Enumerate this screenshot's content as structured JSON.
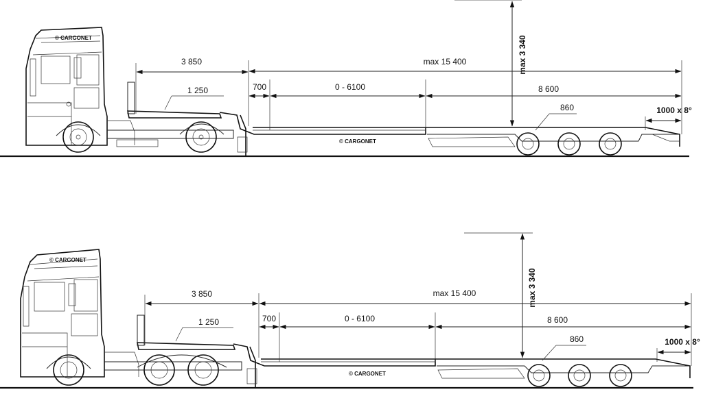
{
  "brand": "© CARGONET",
  "cab_brand": "© CARGONET",
  "views": [
    {
      "dims": {
        "kingpin_to_front": "3 850",
        "deck_height": "1 250",
        "total_length": "max 15 400",
        "gooseneck": "700",
        "extension": "0 - 6100",
        "rear_section": "8 600",
        "rear_deck": "860",
        "ramp": "1000 x 8°",
        "max_height": "max 3 340"
      }
    },
    {
      "dims": {
        "kingpin_to_front": "3 850",
        "deck_height": "1 250",
        "total_length": "max 15 400",
        "gooseneck": "700",
        "extension": "0 - 6100",
        "rear_section": "8 600",
        "rear_deck": "860",
        "ramp": "1000 x 8°",
        "max_height": "max 3 340"
      }
    }
  ]
}
